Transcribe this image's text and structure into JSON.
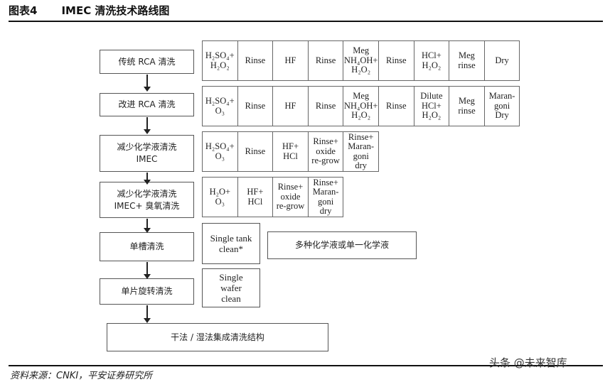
{
  "header": {
    "figure_no": "图表4",
    "title": "IMEC 清洗技术路线图"
  },
  "stages": [
    {
      "label": [
        "传统 RCA 清洗"
      ]
    },
    {
      "label": [
        "改进 RCA 清洗"
      ]
    },
    {
      "label": [
        "减少化学液清洗",
        "IMEC"
      ]
    },
    {
      "label": [
        "减少化学液清洗",
        "IMEC+ 臭氧清洗"
      ]
    },
    {
      "label": [
        "单槽清洗"
      ]
    },
    {
      "label": [
        "单片旋转清洗"
      ]
    }
  ],
  "final_stage": "干法 / 湿法集成清洗结构",
  "steps": [
    [
      [
        "H₂SO₄+",
        "H₂O₂"
      ],
      [
        "Rinse"
      ],
      [
        "HF"
      ],
      [
        "Rinse"
      ],
      [
        "Meg",
        "NH₄OH+",
        "H₂O₂"
      ],
      [
        "Rinse"
      ],
      [
        "HCl+",
        "H₂O₂"
      ],
      [
        "Meg",
        "rinse"
      ],
      [
        "Dry"
      ]
    ],
    [
      [
        "H₂SO₄+",
        "O₃"
      ],
      [
        "Rinse"
      ],
      [
        "HF"
      ],
      [
        "Rinse"
      ],
      [
        "Meg",
        "NH₄OH+",
        "H₂O₂"
      ],
      [
        "Rinse"
      ],
      [
        "Dilute",
        "HCl+",
        "H₂O₂"
      ],
      [
        "Meg",
        "rinse"
      ],
      [
        "Maran-",
        "goni",
        "Dry"
      ]
    ],
    [
      [
        "H₂SO₄+",
        "O₃"
      ],
      [
        "Rinse"
      ],
      [
        "HF+",
        "HCl"
      ],
      [
        "Rinse+",
        "oxide",
        "re-grow"
      ],
      [
        "Rinse+",
        "Maran-",
        "goni",
        "dry"
      ]
    ],
    [
      [
        "H₂O+",
        "O₃"
      ],
      [
        "HF+",
        "HCl"
      ],
      [
        "Rinse+",
        "oxide",
        "re-grow"
      ],
      [
        "Rinse+",
        "Maran-",
        "goni",
        "dry"
      ]
    ]
  ],
  "single_tank": [
    "Single tank",
    "clean*"
  ],
  "single_tank_note": "多种化学液或单一化学液",
  "single_wafer": [
    "Single",
    "wafer",
    "clean"
  ],
  "source": "资料来源：CNKI，平安证券研究所",
  "watermark": "头条 @未来智库"
}
